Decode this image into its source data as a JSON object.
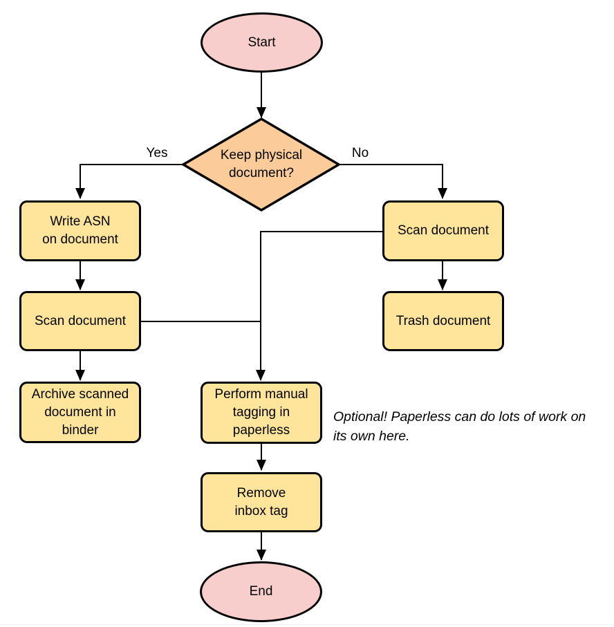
{
  "diagram": {
    "background": "#FFFFFF",
    "colors": {
      "terminal_fill": "#F8CECC",
      "decision_fill": "#FBCC99",
      "process_fill": "#FFE59C",
      "stroke": "#000000",
      "text": "#000000",
      "footer_line": "#F0F0F0"
    },
    "nodes": {
      "start": {
        "label": "Start",
        "shape": "ellipse"
      },
      "keep_physical": {
        "label": "Keep physical\ndocument?",
        "shape": "diamond"
      },
      "write_asn": {
        "label": "Write ASN\non document",
        "shape": "rounded-rect"
      },
      "scan_left": {
        "label": "Scan document",
        "shape": "rounded-rect"
      },
      "archive": {
        "label": "Archive scanned\ndocument in\nbinder",
        "shape": "rounded-rect"
      },
      "scan_right": {
        "label": "Scan document",
        "shape": "rounded-rect"
      },
      "trash": {
        "label": "Trash document",
        "shape": "rounded-rect"
      },
      "tagging": {
        "label": "Perform manual\ntagging in\npaperless",
        "shape": "rounded-rect"
      },
      "remove_inbox_tag": {
        "label": "Remove\ninbox tag",
        "shape": "rounded-rect"
      },
      "end": {
        "label": "End",
        "shape": "ellipse"
      }
    },
    "edge_labels": {
      "yes": "Yes",
      "no": "No"
    },
    "annotation": "Optional! Paperless can do lots of work on\nits own here."
  }
}
